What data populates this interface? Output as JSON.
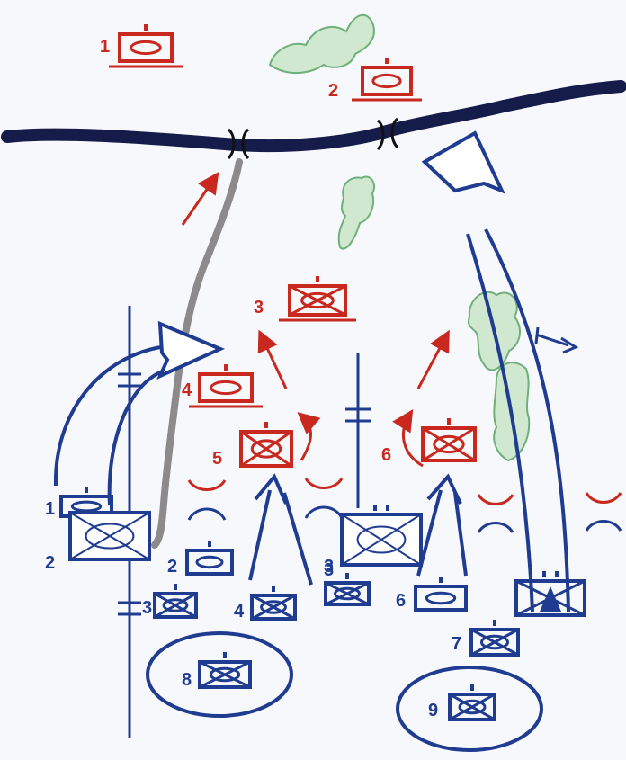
{
  "colors": {
    "red": "#c8281e",
    "blue": "#1f3c91",
    "river": "#161c4a",
    "road": "#8c8a8a",
    "forest": "#6fb07a",
    "background": "#f7f8fb"
  },
  "red_units": [
    {
      "label": "1",
      "icon": "tank-unit-icon"
    },
    {
      "label": "2",
      "icon": "tank-unit-icon"
    },
    {
      "label": "3",
      "icon": "mech-infantry-tank-unit-icon"
    },
    {
      "label": "4",
      "icon": "tank-unit-icon"
    },
    {
      "label": "5",
      "icon": "mech-infantry-tank-unit-icon"
    },
    {
      "label": "6",
      "icon": "mech-infantry-tank-unit-icon"
    }
  ],
  "blue_units": [
    {
      "label": "1",
      "icon": "tank-unit-icon"
    },
    {
      "label": "2",
      "icon": "infantry-unit-icon"
    },
    {
      "label": "2",
      "icon": "tank-unit-icon"
    },
    {
      "label": "3",
      "icon": "mech-infantry-tank-unit-icon"
    },
    {
      "label": "4",
      "icon": "mech-infantry-tank-unit-icon"
    },
    {
      "label": "3",
      "icon": "infantry-unit-icon"
    },
    {
      "label": "3",
      "icon": "mech-infantry-tank-unit-icon"
    },
    {
      "label": "6",
      "icon": "tank-unit-icon"
    },
    {
      "label": "7",
      "icon": "mech-infantry-tank-unit-icon"
    },
    {
      "label": "8",
      "icon": "mech-infantry-tank-unit-icon"
    },
    {
      "label": "9",
      "icon": "mech-infantry-tank-unit-icon"
    },
    {
      "label": "",
      "icon": "artillery-unit-icon"
    }
  ]
}
